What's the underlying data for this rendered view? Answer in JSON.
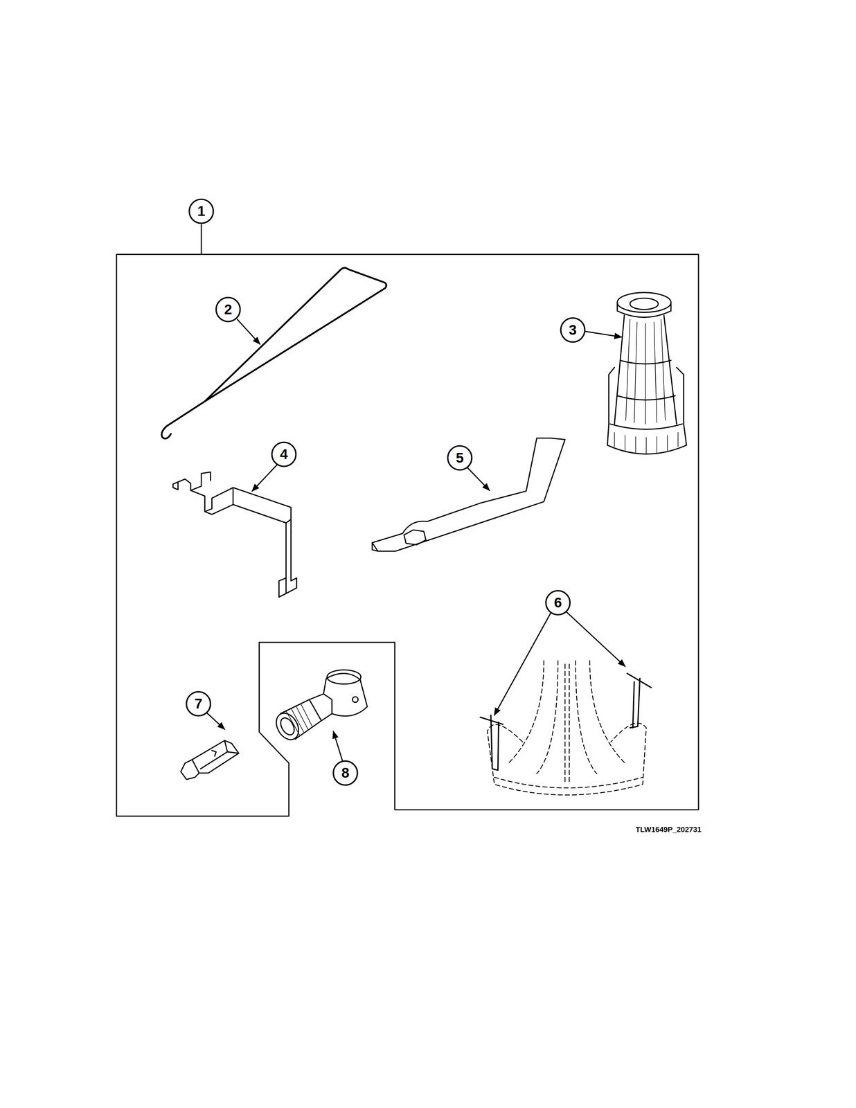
{
  "diagram": {
    "labels": [
      "1",
      "2",
      "3",
      "4",
      "5",
      "6",
      "7",
      "8",
      "TLW1649P_202731"
    ]
  }
}
